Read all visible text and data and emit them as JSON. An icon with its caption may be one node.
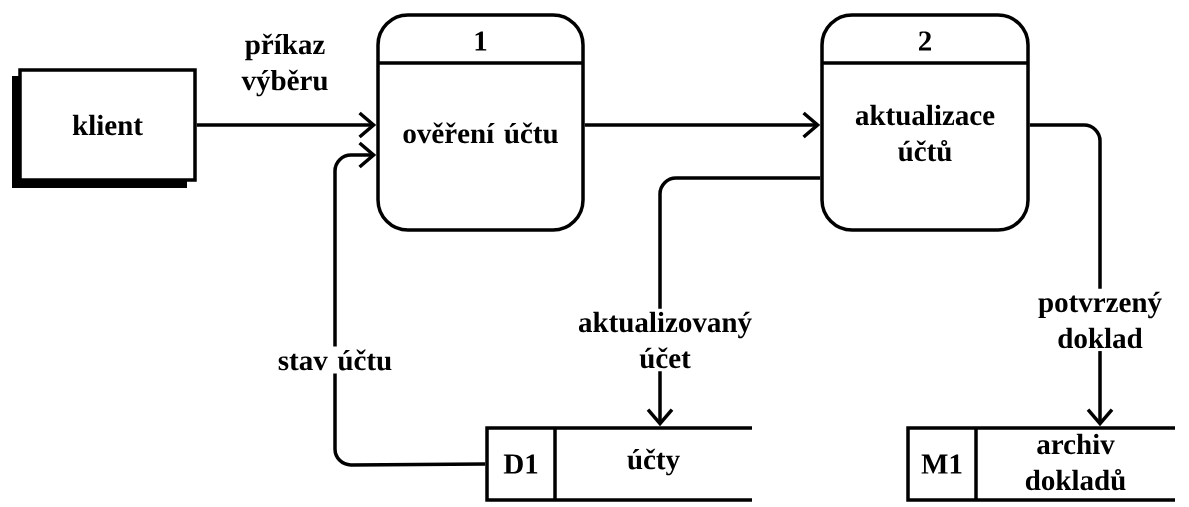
{
  "diagram": {
    "nodes": [
      {
        "text": [
          "klient"
        ]
      },
      {
        "text": [
          "1",
          "ověření účtu"
        ]
      },
      {
        "text": [
          "2",
          "aktualizace účtů"
        ]
      },
      {
        "text": [
          "D1",
          "účty"
        ]
      },
      {
        "text": [
          "M1",
          "archiv dokladů"
        ]
      }
    ],
    "edges": [
      {
        "from": 0,
        "to": 1,
        "arrow": "to",
        "label": "příkaz výběru"
      },
      {
        "from": 3,
        "to": 1,
        "arrow": "to",
        "label": "stav účtu"
      },
      {
        "from": 1,
        "to": 2,
        "arrow": "to"
      },
      {
        "from": 2,
        "to": 3,
        "arrow": "to",
        "label": "aktualizovaný účet"
      },
      {
        "from": 2,
        "to": 4,
        "arrow": "to",
        "label": "potvrzený doklad"
      }
    ]
  }
}
